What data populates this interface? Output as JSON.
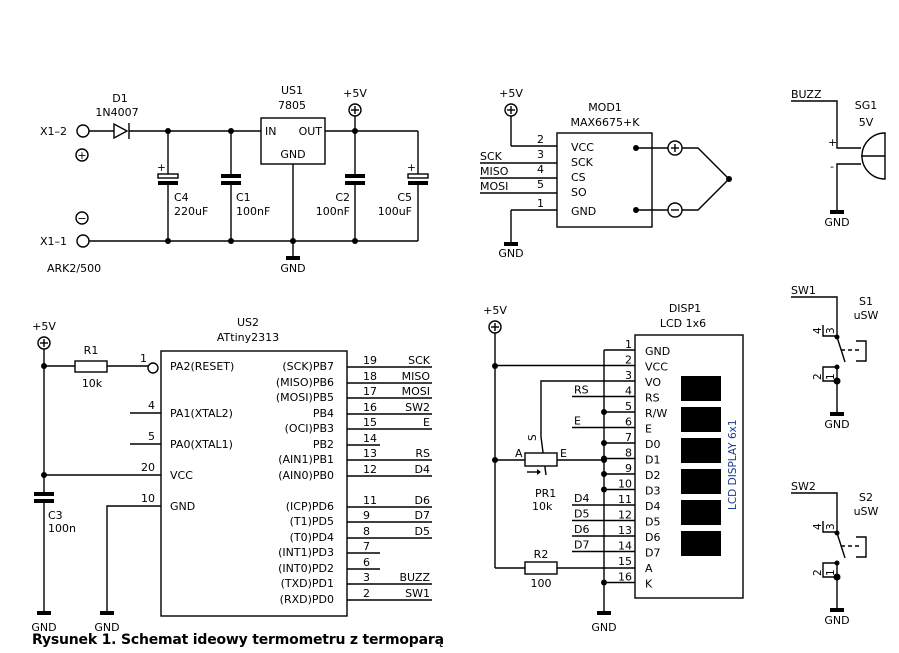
{
  "caption": "Rysunek 1. Schemat ideowy termometru z termoparą",
  "power": {
    "connector": {
      "ref_pos": "X1–2",
      "ref_neg": "X1–1",
      "part": "ARK2/500",
      "plus": "+",
      "minus": "−"
    },
    "diode": {
      "ref": "D1",
      "value": "1N4007"
    },
    "regulator": {
      "ref": "US1",
      "value": "7805",
      "pin_in": "IN",
      "pin_out": "OUT",
      "pin_gnd": "GND"
    },
    "c4": {
      "ref": "C4",
      "value": "220uF"
    },
    "c1": {
      "ref": "C1",
      "value": "100nF"
    },
    "c2": {
      "ref": "C2",
      "value": "100nF"
    },
    "c5": {
      "ref": "C5",
      "value": "100uF"
    },
    "vcc_label": "+5V",
    "gnd_label": "GND"
  },
  "module": {
    "ref": "MOD1",
    "value": "MAX6675+K",
    "vcc_label": "+5V",
    "gnd_label": "GND",
    "pins": [
      {
        "num": "2",
        "name": "VCC",
        "net": ""
      },
      {
        "num": "3",
        "name": "SCK",
        "net": "SCK"
      },
      {
        "num": "4",
        "name": "CS",
        "net": "MISO"
      },
      {
        "num": "5",
        "name": "SO",
        "net": "MOSI"
      },
      {
        "num": "1",
        "name": "GND",
        "net": ""
      }
    ]
  },
  "buzzer": {
    "ref": "SG1",
    "value": "5V",
    "net": "BUZZ",
    "plus": "+",
    "minus": "-",
    "gnd_label": "GND"
  },
  "mcu": {
    "ref": "US2",
    "value": "ATtiny2313",
    "vcc_label": "+5V",
    "left_pins": [
      {
        "num": "1",
        "name": "PA2(RESET)"
      },
      {
        "num": "4",
        "name": "PA1(XTAL2)"
      },
      {
        "num": "5",
        "name": "PA0(XTAL1)"
      },
      {
        "num": "20",
        "name": "VCC"
      },
      {
        "num": "10",
        "name": "GND"
      }
    ],
    "right_pins": [
      {
        "num": "19",
        "name": "(SCK)PB7",
        "net": "SCK"
      },
      {
        "num": "18",
        "name": "(MISO)PB6",
        "net": "MISO"
      },
      {
        "num": "17",
        "name": "(MOSI)PB5",
        "net": "MOSI"
      },
      {
        "num": "16",
        "name": "PB4",
        "net": "SW2"
      },
      {
        "num": "15",
        "name": "(OCI)PB3",
        "net": "E"
      },
      {
        "num": "14",
        "name": "PB2",
        "net": ""
      },
      {
        "num": "13",
        "name": "(AIN1)PB1",
        "net": "RS"
      },
      {
        "num": "12",
        "name": "(AIN0)PB0",
        "net": "D4"
      },
      {
        "num": "11",
        "name": "(ICP)PD6",
        "net": "D6"
      },
      {
        "num": "9",
        "name": "(T1)PD5",
        "net": "D7"
      },
      {
        "num": "8",
        "name": "(T0)PD4",
        "net": "D5"
      },
      {
        "num": "7",
        "name": "(INT1)PD3",
        "net": ""
      },
      {
        "num": "6",
        "name": "(INT0)PD2",
        "net": ""
      },
      {
        "num": "3",
        "name": "(TXD)PD1",
        "net": "BUZZ"
      },
      {
        "num": "2",
        "name": "(RXD)PD0",
        "net": "SW1"
      }
    ],
    "r1": {
      "ref": "R1",
      "value": "10k"
    },
    "c3": {
      "ref": "C3",
      "value": "100n"
    },
    "gnd_label": "GND"
  },
  "display": {
    "ref": "DISP1",
    "value": "LCD 1x6",
    "side_label": "LCD DISPLAY 6x1",
    "vcc_label": "+5V",
    "gnd_label": "GND",
    "pins": [
      {
        "num": "1",
        "name": "GND",
        "net": ""
      },
      {
        "num": "2",
        "name": "VCC",
        "net": ""
      },
      {
        "num": "3",
        "name": "VO",
        "net": ""
      },
      {
        "num": "4",
        "name": "RS",
        "net": "RS"
      },
      {
        "num": "5",
        "name": "R/W",
        "net": ""
      },
      {
        "num": "6",
        "name": "E",
        "net": "E"
      },
      {
        "num": "7",
        "name": "D0",
        "net": ""
      },
      {
        "num": "8",
        "name": "D1",
        "net": ""
      },
      {
        "num": "9",
        "name": "D2",
        "net": ""
      },
      {
        "num": "10",
        "name": "D3",
        "net": ""
      },
      {
        "num": "11",
        "name": "D4",
        "net": "D4"
      },
      {
        "num": "12",
        "name": "D5",
        "net": "D5"
      },
      {
        "num": "13",
        "name": "D6",
        "net": "D6"
      },
      {
        "num": "14",
        "name": "D7",
        "net": "D7"
      },
      {
        "num": "15",
        "name": "A",
        "net": ""
      },
      {
        "num": "16",
        "name": "K",
        "net": ""
      }
    ],
    "pr1": {
      "ref": "PR1",
      "value": "10k",
      "a": "A",
      "e": "E",
      "s": "S"
    },
    "r2": {
      "ref": "R2",
      "value": "100"
    }
  },
  "switches": [
    {
      "ref": "S1",
      "value": "uSW",
      "net": "SW1",
      "p1": "1",
      "p2": "2",
      "p3": "3",
      "p4": "4",
      "gnd_label": "GND"
    },
    {
      "ref": "S2",
      "value": "uSW",
      "net": "SW2",
      "p1": "1",
      "p2": "2",
      "p3": "3",
      "p4": "4",
      "gnd_label": "GND"
    }
  ]
}
